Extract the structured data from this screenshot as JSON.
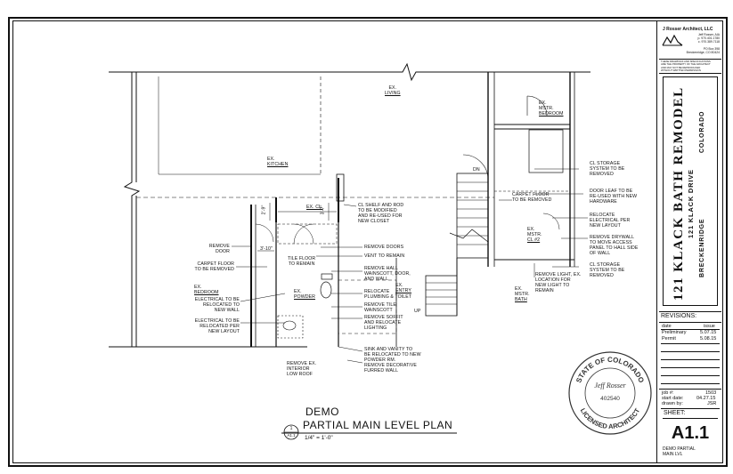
{
  "drawing": {
    "title_demo": "DEMO",
    "title_plan": "PARTIAL MAIN LEVEL PLAN",
    "scale": "1/4\" = 1'-0\"",
    "detail_num": "1",
    "detail_sheet": "A1.1"
  },
  "rooms": {
    "living": [
      "EX.",
      "LIVING"
    ],
    "mstr_bedroom": [
      "EX.",
      "MSTR.",
      "BEDROOM"
    ],
    "kitchen": [
      "EX.",
      "KITCHEN"
    ],
    "cl": [
      "EX. CL."
    ],
    "bedroom": [
      "EX.",
      "BEDROOM"
    ],
    "powder": [
      "EX.",
      "POWDER"
    ],
    "entry": [
      "EX.",
      "ENTRY"
    ],
    "mstr_cl": [
      "EX.",
      "MSTR.",
      "CL #2"
    ],
    "mstr_bath": [
      "EX.",
      "MSTR.",
      "BATH"
    ],
    "dn": "DN",
    "up": "UP"
  },
  "notes": {
    "cl_shelf": [
      "CL SHELF AND ROD",
      "TO BE MODIFIED",
      "AND RE-USED FOR",
      "NEW CLOSET"
    ],
    "remove_doors": "REMOVE DOORS",
    "vent": "VENT TO REMAIN",
    "tile_floor": [
      "TILE FLOOR",
      "TO REMAIN"
    ],
    "remove_door": [
      "REMOVE",
      "DOOR"
    ],
    "carpet_floor_left": [
      "CARPET FLOOR",
      "TO BE REMOVED"
    ],
    "dim": "3'-10\"",
    "dim_v1": "2'-9\"",
    "dim_v2": "3'-7\"",
    "remove_hall": [
      "REMOVE HALL",
      "WAINSCOTT, DOOR,",
      "AND WALL"
    ],
    "relocate_plumbing": [
      "RELOCATE",
      "PLUMBING & TOILET"
    ],
    "remove_tile": [
      "REMOVE TILE",
      "WAINSCOTT"
    ],
    "remove_soffit": [
      "REMOVE SOFFIT",
      "AND RELOCATE",
      "LIGHTING"
    ],
    "electrical_new_wall": [
      "ELECTRICAL TO BE",
      "RELOCATED TO",
      "NEW WALL"
    ],
    "electrical_layout": [
      "ELECTRICAL TO BE",
      "RELOCATED PER",
      "NEW LAYOUT"
    ],
    "sink_vanity": [
      "SINK AND VANITY TO",
      "BE RELOCATED TO NEW",
      "POWDER RM."
    ],
    "remove_furred": [
      "REMOVE DECORATIVE",
      "FURRED WALL"
    ],
    "remove_interior": [
      "REMOVE EX.",
      "INTERIOR",
      "LOW ROOF"
    ],
    "cl_storage_1": [
      "CL STORAGE",
      "SYSTEM TO BE",
      "REMOVED"
    ],
    "door_leaf": [
      "DOOR LEAF TO BE",
      "RE-USED WITH NEW",
      "HARDWARE"
    ],
    "carpet_floor_right": [
      "CARPET FLOOR",
      "TO BE REMOVED"
    ],
    "relocate_electrical": [
      "RELOCATE",
      "ELECTRICAL PER",
      "NEW LAYOUT"
    ],
    "remove_drywall": [
      "REMOVE DRYWALL",
      "TO MOVE ACCESS",
      "PANEL TO HALL SIDE",
      "OF WALL"
    ],
    "cl_storage_2": [
      "CL STORAGE",
      "SYSTEM TO BE",
      "REMOVED"
    ],
    "remove_light": [
      "REMOVE LIGHT, EX.",
      "LOCATION FOR",
      "NEW LIGHT TO",
      "REMAIN"
    ]
  },
  "title_block": {
    "firm": "J Rosser Architect, LLC",
    "firm_details": [
      "Jeff Rosser, AIA",
      "p. 970.401.1780",
      "c. 970.389.7118",
      "",
      "PO Box 398",
      "Breckenridge, CO 80424"
    ],
    "disclaimer": [
      "THESE DRAWINGS AND SPECIFICATIONS",
      "ARE THE PROPERTY OF THE ARCHITECT",
      "AND MAY NOT BE REPRODUCED",
      "WITHOUT WRITTEN PERMISSION"
    ],
    "project_name": "121 KLACK BATH REMODEL",
    "address": "121 KLACK DRIVE",
    "city": "BRECKENRIDGE",
    "state": "COLORADO",
    "revisions_label": "REVISIONS:",
    "rev_headers": [
      "date",
      "issue"
    ],
    "revisions": [
      {
        "name": "Preliminary",
        "date": "5.07.15"
      },
      {
        "name": "Permit",
        "date": "5.08.15"
      }
    ],
    "job_label": "job #:",
    "job_value": "1503",
    "start_label": "start date:",
    "start_value": "04.27.15",
    "drawn_label": "drawn by:",
    "drawn_value": "JSR",
    "sheet_label": "SHEET:",
    "sheet_number": "A1.1",
    "sheet_desc": [
      "DEMO PARTIAL",
      "MAIN LVL"
    ]
  },
  "stamp": {
    "ring_top": "STATE OF COLORADO",
    "ring_bottom": "LICENSED ARCHITECT",
    "signer": "Jeff Rosser",
    "number": "402540"
  }
}
